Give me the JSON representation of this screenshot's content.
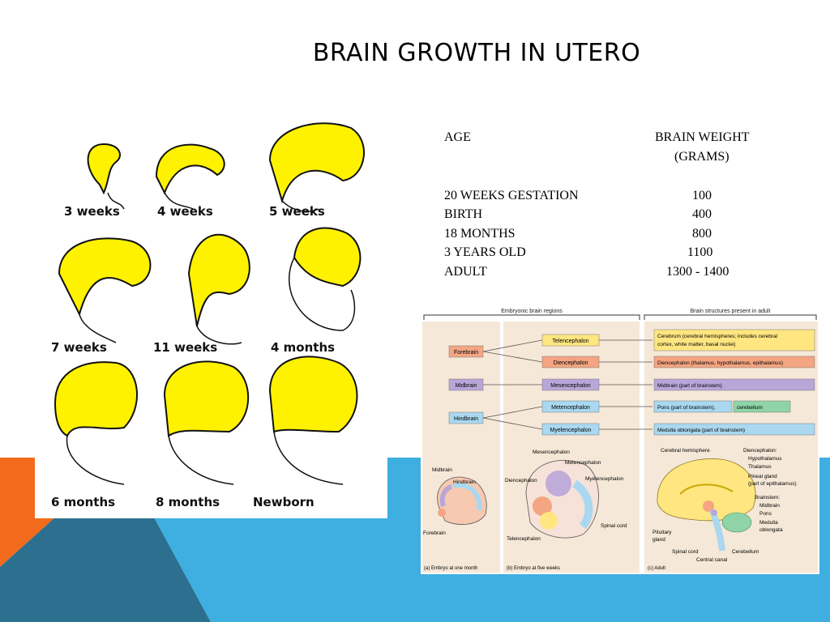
{
  "slide": {
    "title": "BRAIN GROWTH IN UTERO",
    "accent_orange": "#F26B1D",
    "accent_blue": "#3FAEE0",
    "accent_dark": "#2C6F8E"
  },
  "stages": [
    {
      "label": "3 weeks"
    },
    {
      "label": "4 weeks"
    },
    {
      "label": "5 weeks"
    },
    {
      "label": "7 weeks"
    },
    {
      "label": "11 weeks"
    },
    {
      "label": "4 months"
    },
    {
      "label": "6 months"
    },
    {
      "label": "8 months"
    },
    {
      "label": "Newborn"
    }
  ],
  "weight_table": {
    "header_age": "AGE",
    "header_weight_1": "BRAIN WEIGHT",
    "header_weight_2": "(GRAMS)",
    "rows": [
      {
        "age": "20 WEEKS GESTATION",
        "weight": "100"
      },
      {
        "age": "BIRTH",
        "weight": "400"
      },
      {
        "age": "18 MONTHS",
        "weight": "800"
      },
      {
        "age": "3 YEARS OLD",
        "weight": "1100"
      },
      {
        "age": "ADULT",
        "weight": "1300 - 1400"
      }
    ]
  },
  "regions": {
    "header_left": "Embryonic brain regions",
    "header_right": "Brain structures present in adult",
    "primary": [
      "Forebrain",
      "Midbrain",
      "Hindbrain"
    ],
    "secondary": [
      "Telencephalon",
      "Diencephalon",
      "Mesencephalon",
      "Metencephalon",
      "Myelencephalon"
    ],
    "adult_1": "Cerebrum (cerebral hemispheres; includes cerebral",
    "adult_1b": "cortex, white matter, basal nuclei)",
    "adult_2": "Diencephalon (thalamus, hypothalamus, epithalamus)",
    "adult_3": "Midbrain (part of brainstem)",
    "adult_4": "Pons (part of brainstem),",
    "adult_4b": "cerebellum",
    "adult_5": "Medulla oblongata (part of brainstem)",
    "a_labels": [
      "Midbrain",
      "Hindbrain",
      "Forebrain"
    ],
    "b_labels": [
      "Mesencephalon",
      "Metencephalon",
      "Diencephalon",
      "Myelencephalon",
      "Spinal cord",
      "Telencephalon"
    ],
    "c_labels": [
      "Cerebral hemisphere",
      "Diencephalon:",
      "Hypothalamus",
      "Thalamus",
      "Pineal gland",
      "(part of epithalamus)",
      "Brainstem:",
      "Midbrain",
      "Pons",
      "Medulla",
      "oblongata",
      "Pituitary",
      "gland",
      "Spinal cord",
      "Cerebellum",
      "Central canal"
    ],
    "caption_a": "(a) Embryo at one month",
    "caption_b": "(b) Embryo at five weeks",
    "caption_c": "(c) Adult"
  }
}
